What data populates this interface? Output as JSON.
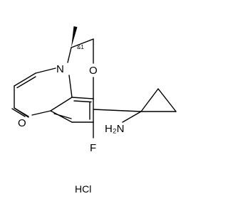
{
  "molecule": {
    "atoms": {
      "nitrogen": "N",
      "oxygen_ring": "O",
      "oxygen_carbonyl": "O",
      "fluorine": "F",
      "amine": "H₂N",
      "stereo": "&1"
    },
    "salt": "HCl"
  }
}
